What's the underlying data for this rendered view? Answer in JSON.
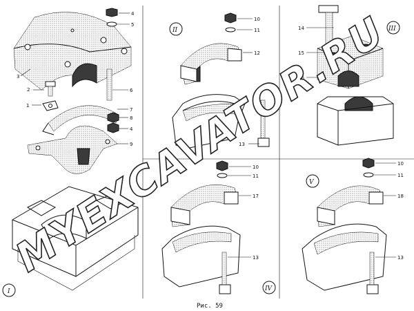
{
  "figure": {
    "caption": "Рис. 59",
    "watermark": "MYEXCAVATOR.RU",
    "panel_numerals": {
      "p1": "I",
      "p2": "II",
      "p3": "III",
      "p4": "IV",
      "p5": "V"
    },
    "callouts": {
      "p1_3": "3",
      "p1_2": "2",
      "p1_1": "1",
      "p1_4a": "4",
      "p1_5": "5",
      "p1_6": "6",
      "p1_7": "7",
      "p1_8": "8",
      "p1_4b": "4",
      "p1_9": "9",
      "p2_10": "10",
      "p2_11": "11",
      "p2_12": "12",
      "p2_13": "13",
      "p3_14": "14",
      "p3_15": "15",
      "p3_16": "16",
      "p4_10": "10",
      "p4_11": "11",
      "p4_17": "17",
      "p4_13": "13",
      "p5_10": "10",
      "p5_11": "11",
      "p5_18": "18",
      "p5_13": "13"
    }
  }
}
